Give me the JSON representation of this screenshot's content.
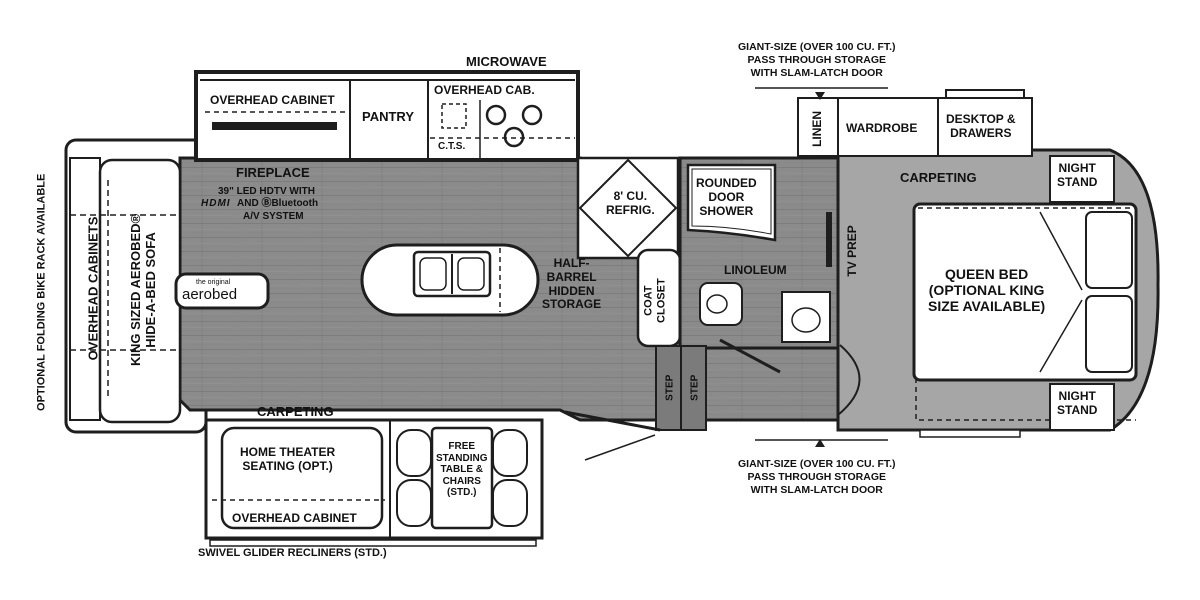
{
  "labels": {
    "microwave": "MICROWAVE",
    "overhead_cabinet_kitchen": "OVERHEAD CABINET",
    "pantry": "PANTRY",
    "overhead_cab": "OVERHEAD CAB.",
    "cts": "C.T.S.",
    "fireplace": "FIREPLACE",
    "tv_line1": "39\" LED HDTV WITH",
    "tv_hdmi": "HDMI",
    "tv_and_bt": "AND ⒷBluetooth",
    "tv_line3": "A/V SYSTEM",
    "refrig": "8' CU.\nREFRIG.",
    "half_barrel": "HALF-\nBARREL\nHIDDEN\nSTORAGE",
    "coat_closet": "COAT\nCLOSET",
    "rounded_shower": "ROUNDED\nDOOR\nSHOWER",
    "linoleum": "LINOLEUM",
    "tv_prep": "TV PREP",
    "step": "STEP",
    "linen": "LINEN",
    "wardrobe": "WARDROBE",
    "desktop_drawers": "DESKTOP &\nDRAWERS",
    "night_stand": "NIGHT\nSTAND",
    "carpeting": "CARPETING",
    "queen_bed": "QUEEN BED\n(OPTIONAL KING\nSIZE AVAILABLE)",
    "overhead_cabinets_rear": "OVERHEAD CABINETS",
    "king_sofa": "KING SIZED AEROBED®\nHIDE-A-BED SOFA",
    "aerobed_small": "the original",
    "aerobed_logo": "aerobed",
    "bike_rack": "OPTIONAL FOLDING BIKE RACK AVAILABLE",
    "home_theater": "HOME THEATER\nSEATING (OPT.)",
    "overhead_cabinet_slide": "OVERHEAD CABINET",
    "free_table": "FREE\nSTANDING\nTABLE &\nCHAIRS\n(STD.)",
    "swivel_recliners": "SWIVEL GLIDER RECLINERS (STD.)",
    "storage_top": "GIANT-SIZE (OVER 100 CU. FT.)\nPASS THROUGH STORAGE\nWITH SLAM-LATCH DOOR",
    "storage_bottom": "GIANT-SIZE (OVER 100 CU. FT.)\nPASS THROUGH STORAGE\nWITH SLAM-LATCH DOOR"
  },
  "colors": {
    "wood_floor": "#8c8c8c",
    "carpet": "#a9a9a9",
    "wall": "#1e1e1e",
    "fixture": "#ffffff"
  }
}
